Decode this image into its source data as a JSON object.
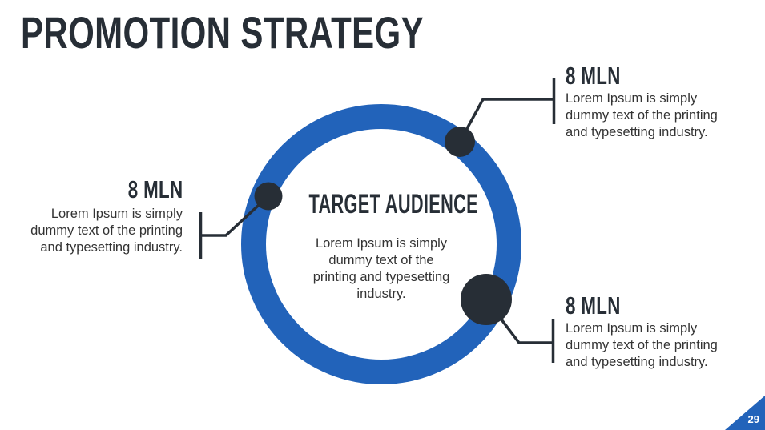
{
  "slide": {
    "title": "PROMOTION STRATEGY",
    "page_number": "29"
  },
  "colors": {
    "accent_blue": "#2263BA",
    "dark": "#272E36",
    "body_text": "#333333",
    "background": "#FFFFFF"
  },
  "center": {
    "heading": "TARGET AUDIENCE",
    "body": "Lorem Ipsum is simply\ndummy text of the\nprinting and typesetting\nindustry."
  },
  "callouts": {
    "top_right": {
      "value": "8 MLN",
      "body": "Lorem Ipsum is simply\ndummy text of the printing\nand typesetting industry."
    },
    "left": {
      "value": "8 MLN",
      "body": "Lorem Ipsum is simply\ndummy text of the printing\nand typesetting industry."
    },
    "bottom_right": {
      "value": "8 MLN",
      "body": "Lorem Ipsum is simply\ndummy text of the printing\nand typesetting industry."
    }
  }
}
